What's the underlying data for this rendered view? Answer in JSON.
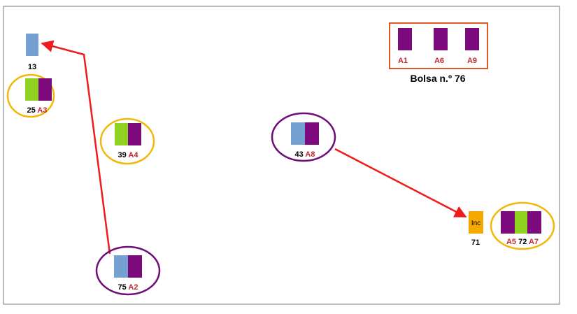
{
  "colors": {
    "blue": "#74a0d2",
    "purple": "#7d0a7d",
    "green": "#8fd320",
    "orange": "#f5a800",
    "yellow_ring": "#f2b807",
    "purple_ring": "#6f0d7a",
    "red_arrow": "#ee1c1c",
    "code_red": "#c0282d",
    "bag_border": "#e25524",
    "frame_border": "#777777"
  },
  "bag": {
    "title": "Bolsa n.º 76",
    "items": [
      "A1",
      "A6",
      "A9"
    ]
  },
  "nodes": {
    "n13": {
      "number": "13"
    },
    "n25": {
      "number": "25",
      "code": "A3"
    },
    "n39": {
      "number": "39",
      "code": "A4"
    },
    "n43": {
      "number": "43",
      "code": "A8"
    },
    "n75": {
      "number": "75",
      "code": "A2"
    },
    "n71": {
      "number": "71",
      "box_label": "Inc"
    },
    "n72": {
      "number": "72",
      "code_left": "A5",
      "code_right": "A7"
    }
  }
}
